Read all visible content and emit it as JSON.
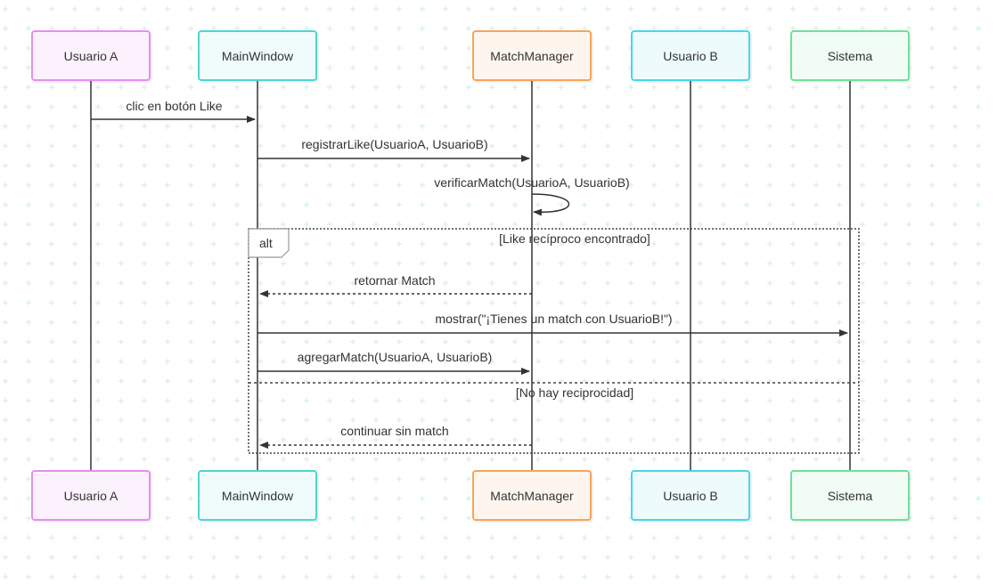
{
  "actors": [
    {
      "id": "usuarioA",
      "label": "Usuario A",
      "border": "#e58ef0",
      "fill": "#fcf2fd"
    },
    {
      "id": "mainWindow",
      "label": "MainWindow",
      "border": "#4dd6cf",
      "fill": "#effcfb"
    },
    {
      "id": "matchManager",
      "label": "MatchManager",
      "border": "#f5a55c",
      "fill": "#fef6ee"
    },
    {
      "id": "usuarioB",
      "label": "Usuario B",
      "border": "#45d8ea",
      "fill": "#edfbfd"
    },
    {
      "id": "sistema",
      "label": "Sistema",
      "border": "#6fe09a",
      "fill": "#f1fcf5"
    }
  ],
  "messages": [
    {
      "from": "usuarioA",
      "to": "mainWindow",
      "label": "clic en botón Like",
      "style": "solid"
    },
    {
      "from": "mainWindow",
      "to": "matchManager",
      "label": "registrarLike(UsuarioA, UsuarioB)",
      "style": "solid"
    },
    {
      "from": "matchManager",
      "to": "matchManager",
      "label": "verificarMatch(UsuarioA, UsuarioB)",
      "style": "self"
    },
    {
      "from": "matchManager",
      "to": "mainWindow",
      "label": "retornar Match",
      "style": "dashed"
    },
    {
      "from": "mainWindow",
      "to": "sistema",
      "label": "mostrar(\"¡Tienes un match con UsuarioB!\")",
      "style": "solid"
    },
    {
      "from": "mainWindow",
      "to": "matchManager",
      "label": "agregarMatch(UsuarioA, UsuarioB)",
      "style": "solid"
    },
    {
      "from": "matchManager",
      "to": "mainWindow",
      "label": "continuar sin match",
      "style": "dashed"
    }
  ],
  "fragment": {
    "type": "alt",
    "conditions": [
      "[Like recíproco encontrado]",
      "[No hay reciprocidad]"
    ]
  },
  "colors": {
    "line": "#333333",
    "frame": "#444444",
    "grid_plus": "#d6eeea"
  }
}
